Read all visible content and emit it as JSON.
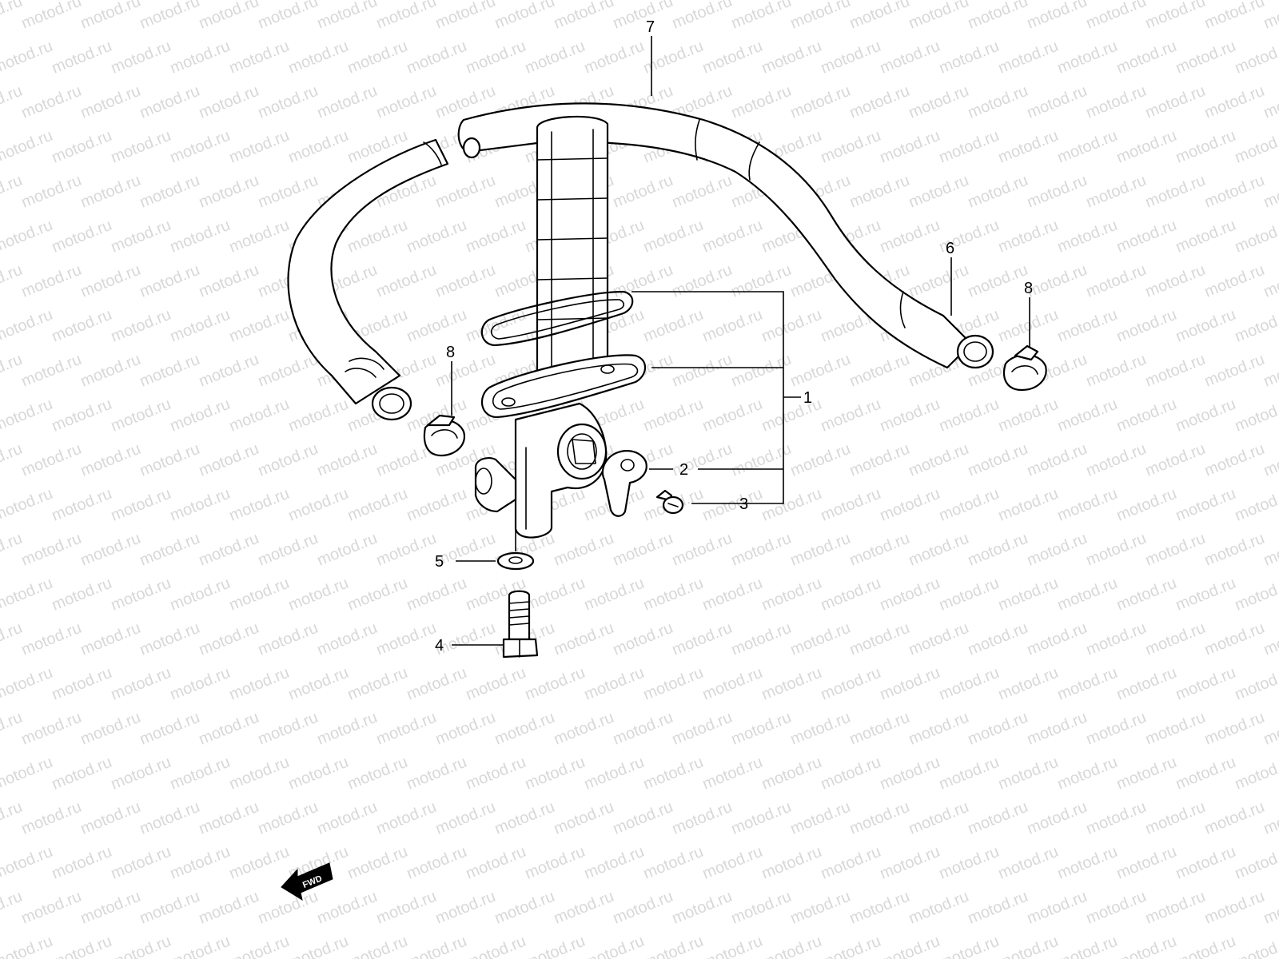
{
  "watermark": {
    "text": "motod.ru",
    "color": "#d8d8d8"
  },
  "direction_indicator": {
    "label": "FWD"
  },
  "callouts": [
    {
      "id": "1",
      "label": "1"
    },
    {
      "id": "2",
      "label": "2"
    },
    {
      "id": "3",
      "label": "3"
    },
    {
      "id": "4",
      "label": "4"
    },
    {
      "id": "5",
      "label": "5"
    },
    {
      "id": "6",
      "label": "6"
    },
    {
      "id": "7",
      "label": "7"
    },
    {
      "id": "8a",
      "label": "8"
    },
    {
      "id": "8b",
      "label": "8"
    }
  ]
}
